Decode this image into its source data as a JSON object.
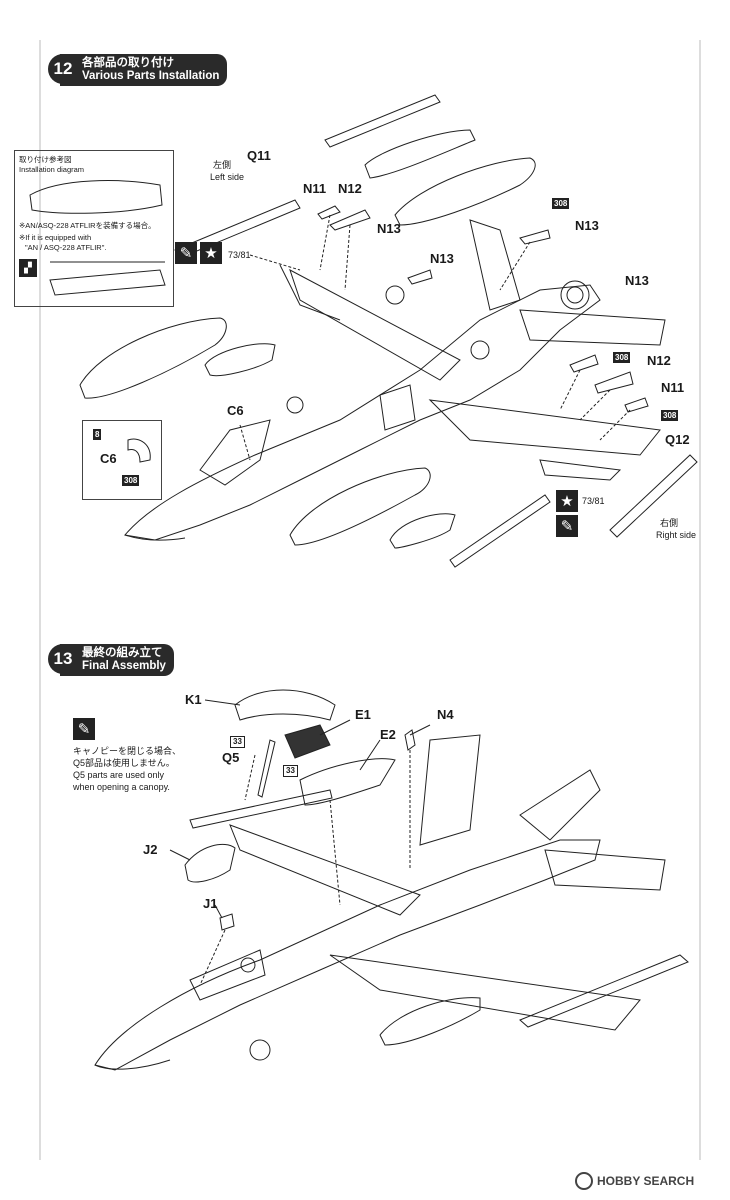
{
  "step12": {
    "number": "12",
    "title_jp": "各部品の取り付け",
    "title_en": "Various Parts Installation",
    "inset": {
      "title_jp": "取り付け参考図",
      "title_en": "Installation diagram",
      "note_jp": "※AN/ASQ-228 ATFLIRを装備する場合。",
      "note_en1": "※If it is equipped with",
      "note_en2": "\"AN / ASQ-228 ATFLIR\"."
    },
    "left_side_jp": "左側",
    "left_side_en": "Left side",
    "right_side_jp": "右側",
    "right_side_en": "Right side",
    "labels": {
      "q11": "Q11",
      "n11": "N11",
      "n12": "N12",
      "n13": "N13",
      "c6": "C6",
      "q12": "Q12"
    },
    "tag_308": "308",
    "tag_8": "8",
    "decal_ref": "73/81"
  },
  "step13": {
    "number": "13",
    "title_jp": "最終の組み立て",
    "title_en": "Final Assembly",
    "labels": {
      "k1": "K1",
      "e1": "E1",
      "e2": "E2",
      "n4": "N4",
      "q5": "Q5",
      "j1": "J1",
      "j2": "J2"
    },
    "tag_33": "33",
    "note_jp1": "キャノピーを閉じる場合、",
    "note_jp2": "Q5部品は使用しません。",
    "note_en1": "Q5 parts are used only",
    "note_en2": "when opening a canopy."
  },
  "watermark": "HOBBY SEARCH",
  "icons": [
    "glue-icon",
    "star-icon",
    "hobbysearch-logo-icon"
  ]
}
